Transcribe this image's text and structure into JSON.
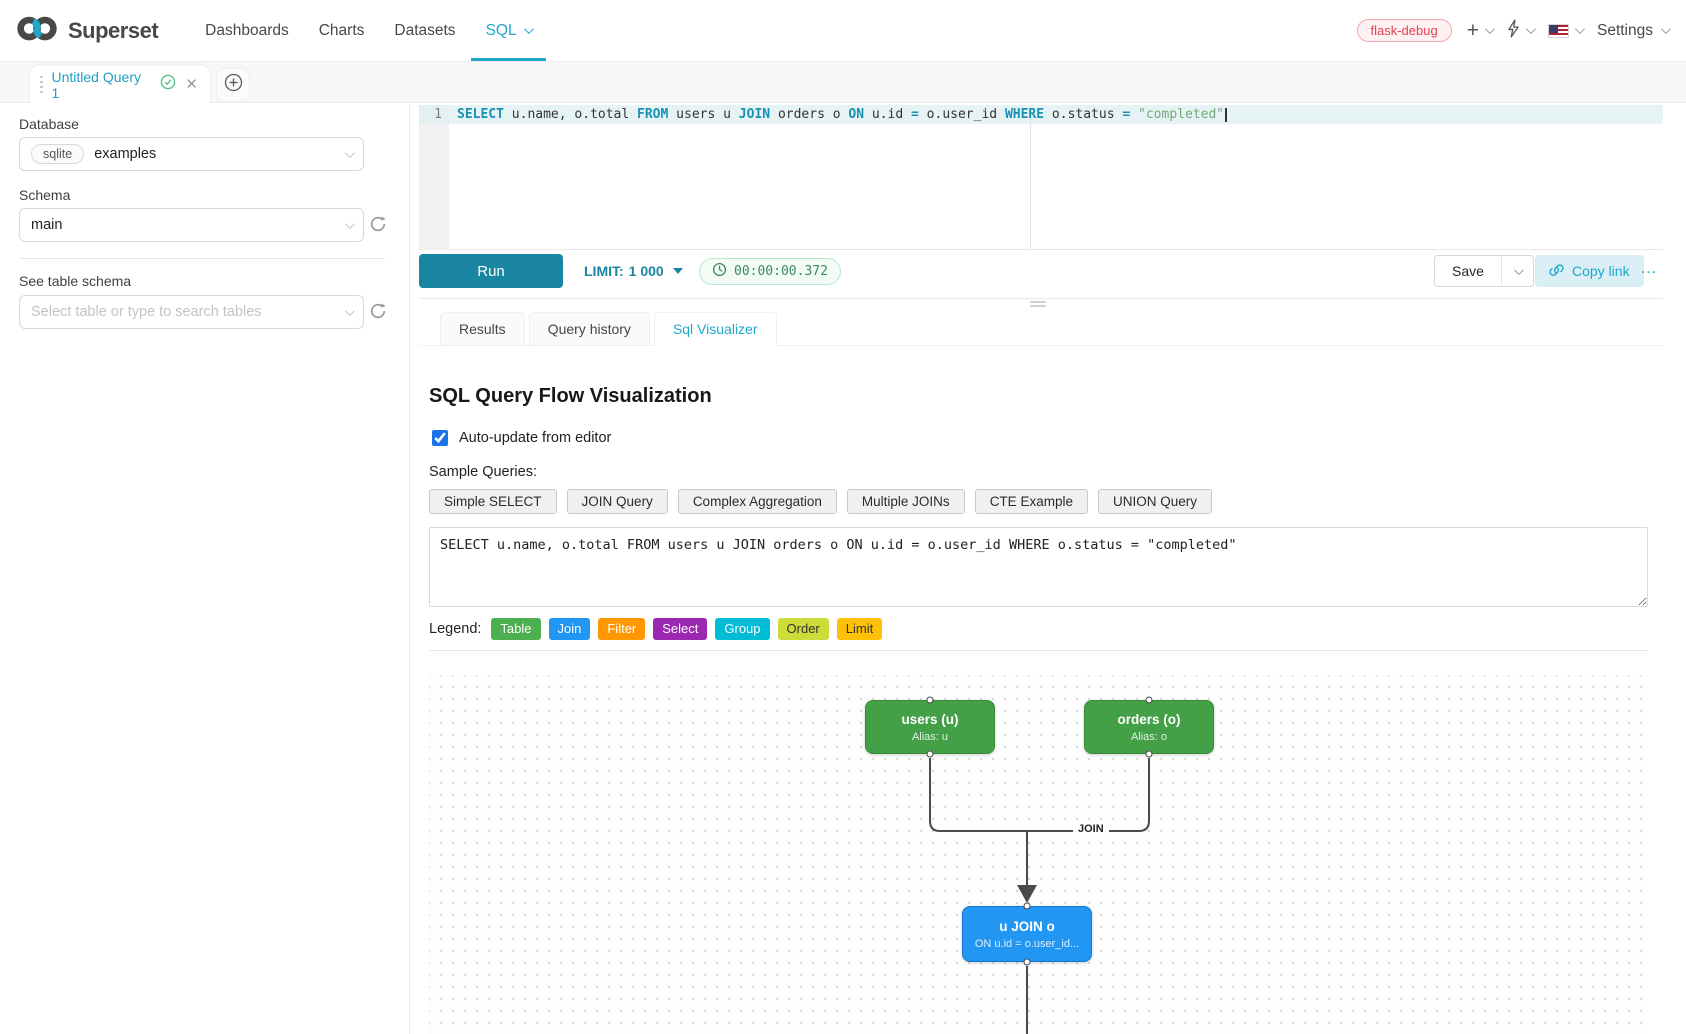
{
  "navbar": {
    "brand": "Superset",
    "items": [
      {
        "label": "Dashboards"
      },
      {
        "label": "Charts"
      },
      {
        "label": "Datasets"
      },
      {
        "label": "SQL"
      }
    ],
    "active_item": "SQL",
    "env_badge": "flask-debug",
    "settings_label": "Settings"
  },
  "tabstrip": {
    "tab_title": "Untitled Query 1"
  },
  "sidebar": {
    "database_label": "Database",
    "database_engine": "sqlite",
    "database_name": "examples",
    "schema_label": "Schema",
    "schema_value": "main",
    "table_label": "See table schema",
    "table_placeholder": "Select table or type to search tables"
  },
  "editor": {
    "line_number": "1",
    "tokens": [
      {
        "text": "SELECT ",
        "type": "keyword"
      },
      {
        "text": "u.name, o.total ",
        "type": "plain"
      },
      {
        "text": "FROM ",
        "type": "keyword"
      },
      {
        "text": "users u ",
        "type": "plain"
      },
      {
        "text": "JOIN ",
        "type": "keyword"
      },
      {
        "text": "orders o ",
        "type": "plain"
      },
      {
        "text": "ON ",
        "type": "keyword"
      },
      {
        "text": "u.id ",
        "type": "plain"
      },
      {
        "text": "= ",
        "type": "operator"
      },
      {
        "text": "o.user_id ",
        "type": "plain"
      },
      {
        "text": "WHERE ",
        "type": "keyword"
      },
      {
        "text": "o.status ",
        "type": "plain"
      },
      {
        "text": "= ",
        "type": "operator"
      },
      {
        "text": "\"completed\"",
        "type": "string"
      }
    ]
  },
  "toolbar": {
    "run_label": "Run",
    "limit_label": "LIMIT:",
    "limit_value": "1 000",
    "timer": "00:00:00.372",
    "save_label": "Save",
    "copy_link_label": "Copy link",
    "more_label": "…"
  },
  "south_tabs": {
    "results": "Results",
    "history": "Query history",
    "visualizer": "Sql Visualizer",
    "active": "Sql Visualizer"
  },
  "visualizer": {
    "title": "SQL Query Flow Visualization",
    "auto_update_label": "Auto-update from editor",
    "auto_update_checked": true,
    "sample_queries_label": "Sample Queries:",
    "sample_buttons": [
      "Simple SELECT",
      "JOIN Query",
      "Complex Aggregation",
      "Multiple JOINs",
      "CTE Example",
      "UNION Query"
    ],
    "query_text": "SELECT u.name, o.total FROM users u JOIN orders o ON u.id = o.user_id WHERE o.status = \"completed\"",
    "legend_label": "Legend:",
    "legend": [
      {
        "label": "Table",
        "color": "#4CAF50",
        "text_color": "#ffffff"
      },
      {
        "label": "Join",
        "color": "#2196F3",
        "text_color": "#ffffff"
      },
      {
        "label": "Filter",
        "color": "#FF9800",
        "text_color": "#ffffff"
      },
      {
        "label": "Select",
        "color": "#9C27B0",
        "text_color": "#ffffff"
      },
      {
        "label": "Group",
        "color": "#00BCD4",
        "text_color": "#ffffff"
      },
      {
        "label": "Order",
        "color": "#CDDC39",
        "text_color": "#333333"
      },
      {
        "label": "Limit",
        "color": "#FFC107",
        "text_color": "#333333"
      }
    ],
    "diagram": {
      "nodes": [
        {
          "id": "users",
          "title": "users (u)",
          "subtitle": "Alias: u",
          "color": "#43a047"
        },
        {
          "id": "orders",
          "title": "orders (o)",
          "subtitle": "Alias: o",
          "color": "#43a047"
        },
        {
          "id": "join",
          "title": "u JOIN o",
          "subtitle": "ON u.id = o.user_id...",
          "color": "#2196f3"
        }
      ],
      "edge_label": "JOIN"
    }
  },
  "colors": {
    "accent": "#20a7c9",
    "run_button": "#1a85a0",
    "env_badge_text": "#e04355",
    "timer_text": "#3d8b62",
    "keyword": "#1a90b3",
    "string": "#72a97a"
  }
}
